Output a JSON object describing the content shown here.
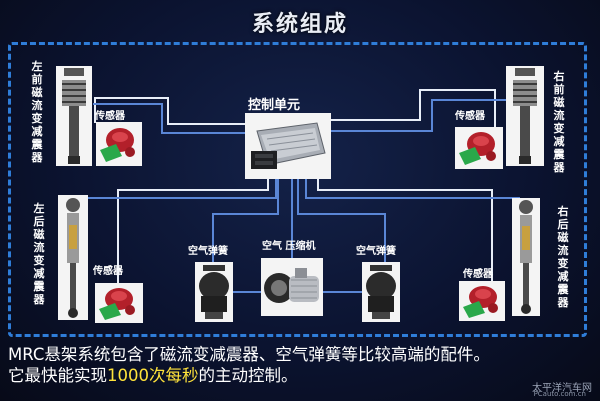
{
  "title": "系统组成",
  "labels": {
    "front_left_damper": "左前磁流变减震器",
    "front_right_damper": "右前磁流变减震器",
    "rear_left_damper": "左后磁流变减震器",
    "rear_right_damper": "右后磁流变减震器",
    "sensor": "传感器",
    "ecu": "控制单元",
    "air_spring": "空气弹簧",
    "compressor": "空气 压缩机"
  },
  "caption": {
    "line1": "MRC悬架系统包含了磁流变减震器、空气弹簧等比较高端的配件。",
    "line2_pre": "它最快能实现",
    "line2_highlight": "1000次每秒",
    "line2_post": "的主动控制。"
  },
  "watermark": {
    "line1": "太平洋汽车网",
    "line2": "PCauto.com.cn"
  },
  "colors": {
    "frame": "#2f7dd8",
    "wire_white": "#e8eef8",
    "wire_blue": "#5a86d6",
    "sensor_red": "#b3202a",
    "sensor_green": "#2aa84a",
    "highlight": "#ffe23b"
  }
}
